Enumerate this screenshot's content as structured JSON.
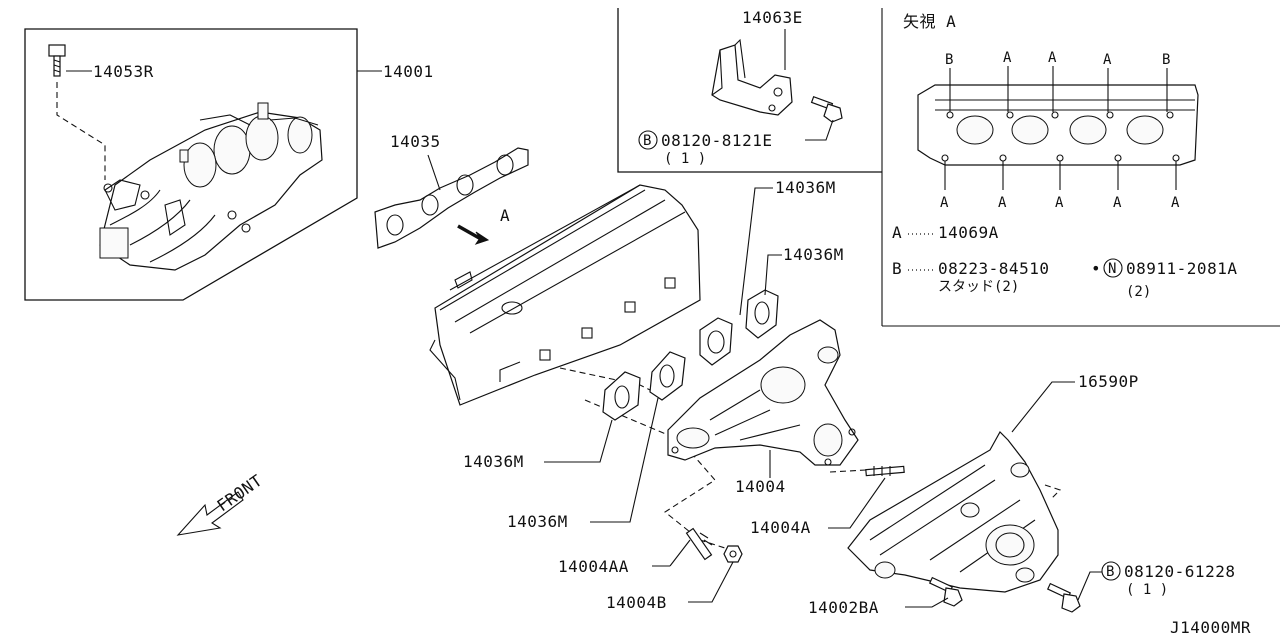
{
  "labels": {
    "p14053R": "14053R",
    "p14001": "14001",
    "p14035": "14035",
    "viewA_marker": "A",
    "p14063E": "14063E",
    "p08120_8121E": "08120-8121E",
    "qty_8121E": "( 1 )",
    "bolt_symbol": "B",
    "p14036M_a": "14036M",
    "p14036M_b": "14036M",
    "p14036M_c": "14036M",
    "p14036M_d": "14036M",
    "p16590P": "16590P",
    "p14004": "14004",
    "p14004A": "14004A",
    "p14004AA": "14004AA",
    "p14004B": "14004B",
    "p14002BA": "14002BA",
    "p08120_61228": "08120-61228",
    "qty_61228": "( 1 )",
    "front": "FRONT",
    "diagram_code": "J14000MR"
  },
  "view_a": {
    "title": "矢視  A",
    "top_marks": [
      "B",
      "A",
      "A",
      "A",
      "B"
    ],
    "bottom_marks": [
      "A",
      "A",
      "A",
      "A",
      "A"
    ],
    "legend_a_key": "A",
    "legend_a_value": "14069A",
    "legend_b_key": "B",
    "legend_b_value": "08223-84510",
    "legend_b_sep": "•",
    "nut_symbol": "N",
    "legend_b_value2": "08911-2081A",
    "stud_note": "スタッド(2)",
    "qty_nut": "(2)"
  }
}
